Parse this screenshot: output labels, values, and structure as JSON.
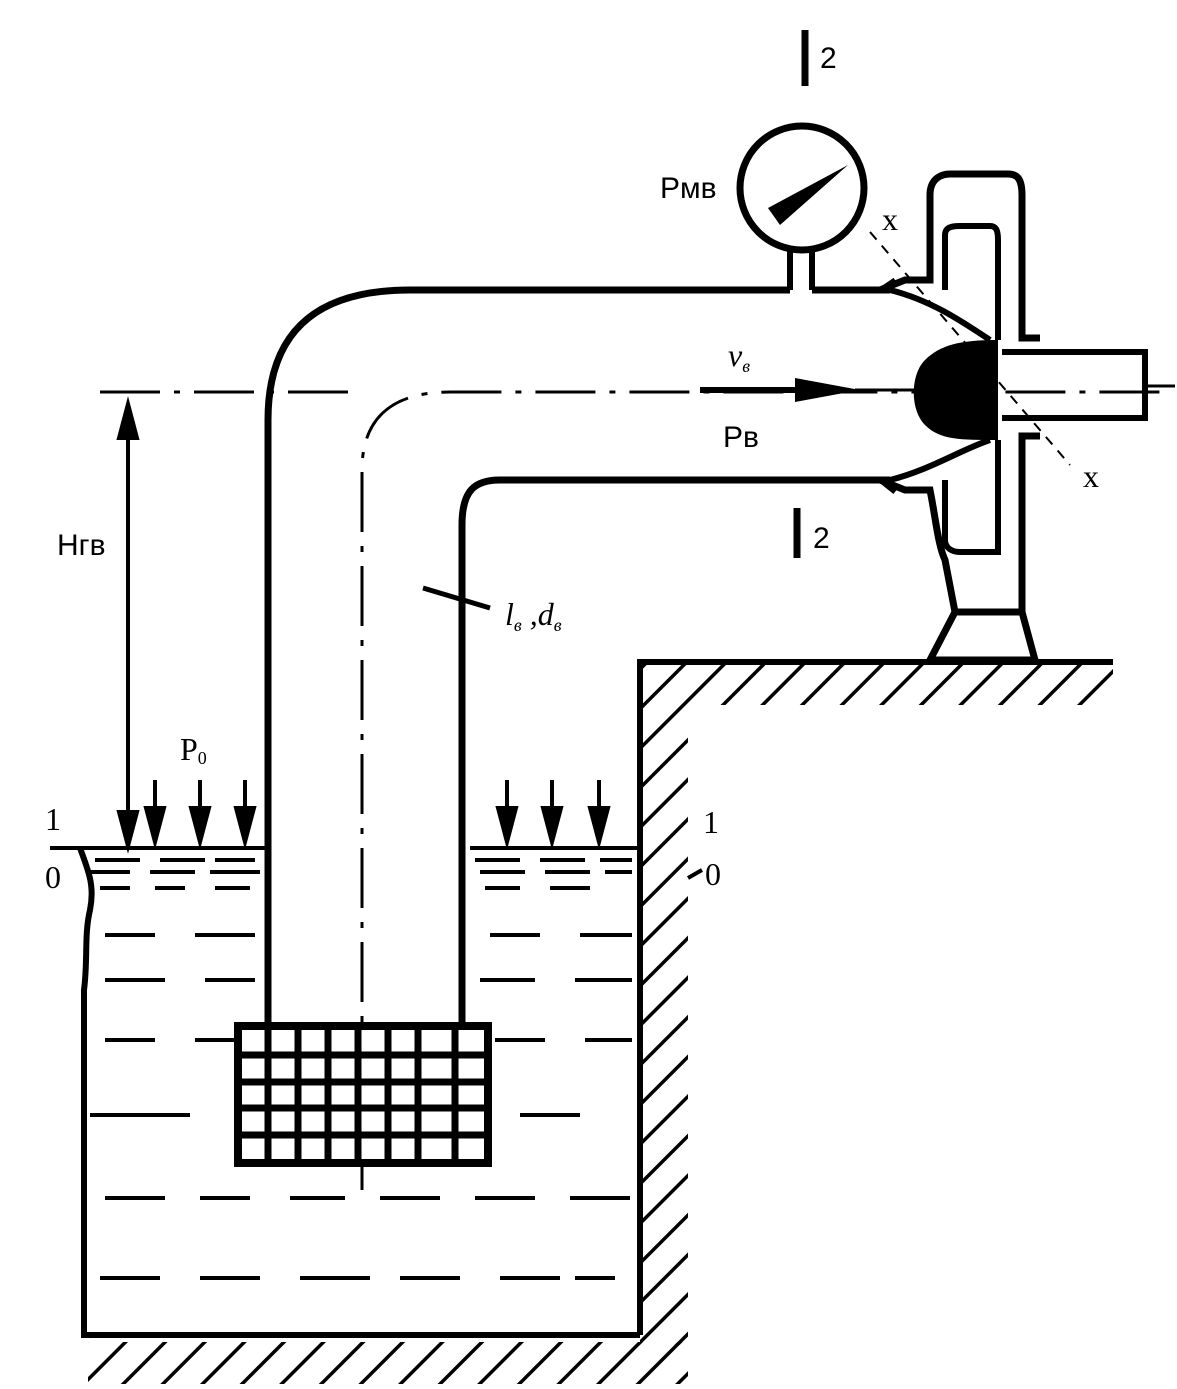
{
  "labels": {
    "section2_top": "2",
    "section2_bottom": "2",
    "gauge": "Рмв",
    "velocity": "v",
    "velocity_sub": "в",
    "pressure_inlet": "Рв",
    "head": "Нгв",
    "pipe_l": "l",
    "pipe_l_sub": "в",
    "pipe_sep": " ,",
    "pipe_d": "d",
    "pipe_d_sub": "в",
    "surface_pressure": "Р",
    "surface_pressure_sub": "0",
    "section1_left": "1",
    "section0_left": "0",
    "section1_right": "1",
    "section0_right": "0",
    "axis_x_top": "x",
    "axis_x_bottom": "x"
  },
  "colors": {
    "ink": "#000000",
    "paper": "#ffffff"
  },
  "icons": [
    "pressure-gauge-icon",
    "pump-impeller-icon",
    "strainer-grid-icon",
    "flow-arrow-icon"
  ]
}
